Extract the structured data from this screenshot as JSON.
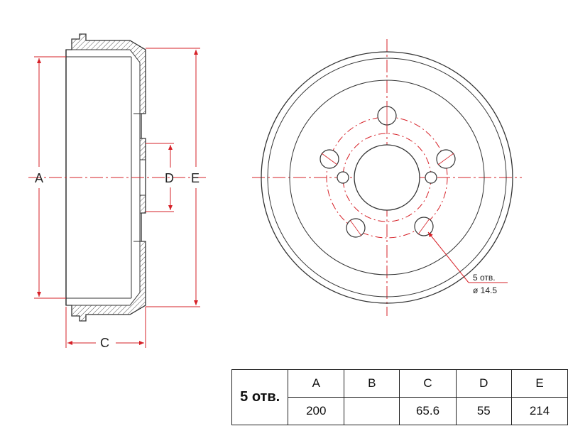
{
  "side_view": {
    "labels": {
      "a": "A",
      "c": "C",
      "d": "D",
      "e": "E"
    }
  },
  "front_view": {
    "bolt_holes": 5,
    "callout": {
      "line1": "5 отв.",
      "line2": "ø 14.5"
    }
  },
  "spec_table": {
    "holes_label": "5 отв.",
    "headers": [
      "A",
      "B",
      "C",
      "D",
      "E"
    ],
    "values": [
      "200",
      "",
      "65.6",
      "55",
      "214"
    ]
  },
  "colors": {
    "outline": "#333333",
    "dimension": "#d62027",
    "hatch": "#555555"
  }
}
